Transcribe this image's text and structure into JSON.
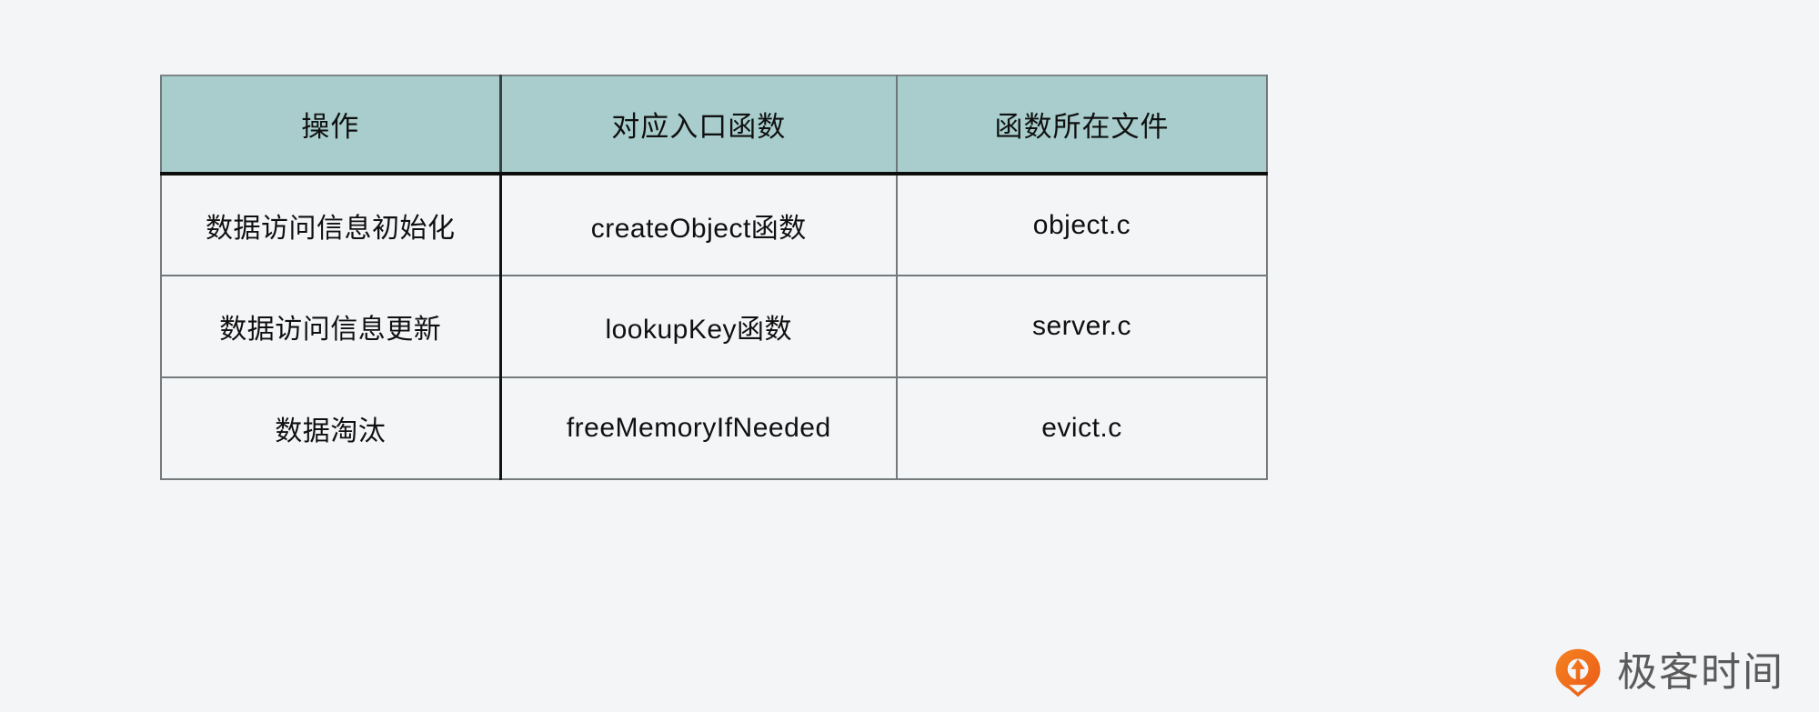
{
  "page": {
    "background_color": "#f4f5f7",
    "text_color": "#101010"
  },
  "table": {
    "header_background": "#a9cdcd",
    "border_color": "#74797c",
    "columns": [
      {
        "key": "operation",
        "label": "操作"
      },
      {
        "key": "entry_function",
        "label": "对应入口函数"
      },
      {
        "key": "source_file",
        "label": "函数所在文件"
      }
    ],
    "rows": [
      {
        "operation": "数据访问信息初始化",
        "entry_function": "createObject函数",
        "source_file": "object.c"
      },
      {
        "operation": "数据访问信息更新",
        "entry_function": "lookupKey函数",
        "source_file": "server.c"
      },
      {
        "operation": "数据淘汰",
        "entry_function": "freeMemoryIfNeeded",
        "source_file": "evict.c"
      }
    ]
  },
  "watermark": {
    "brand": "极客时间",
    "logo_icon": "geektime-logo-icon",
    "logo_color": "#ef6820",
    "text_color": "#5a5a5a"
  }
}
